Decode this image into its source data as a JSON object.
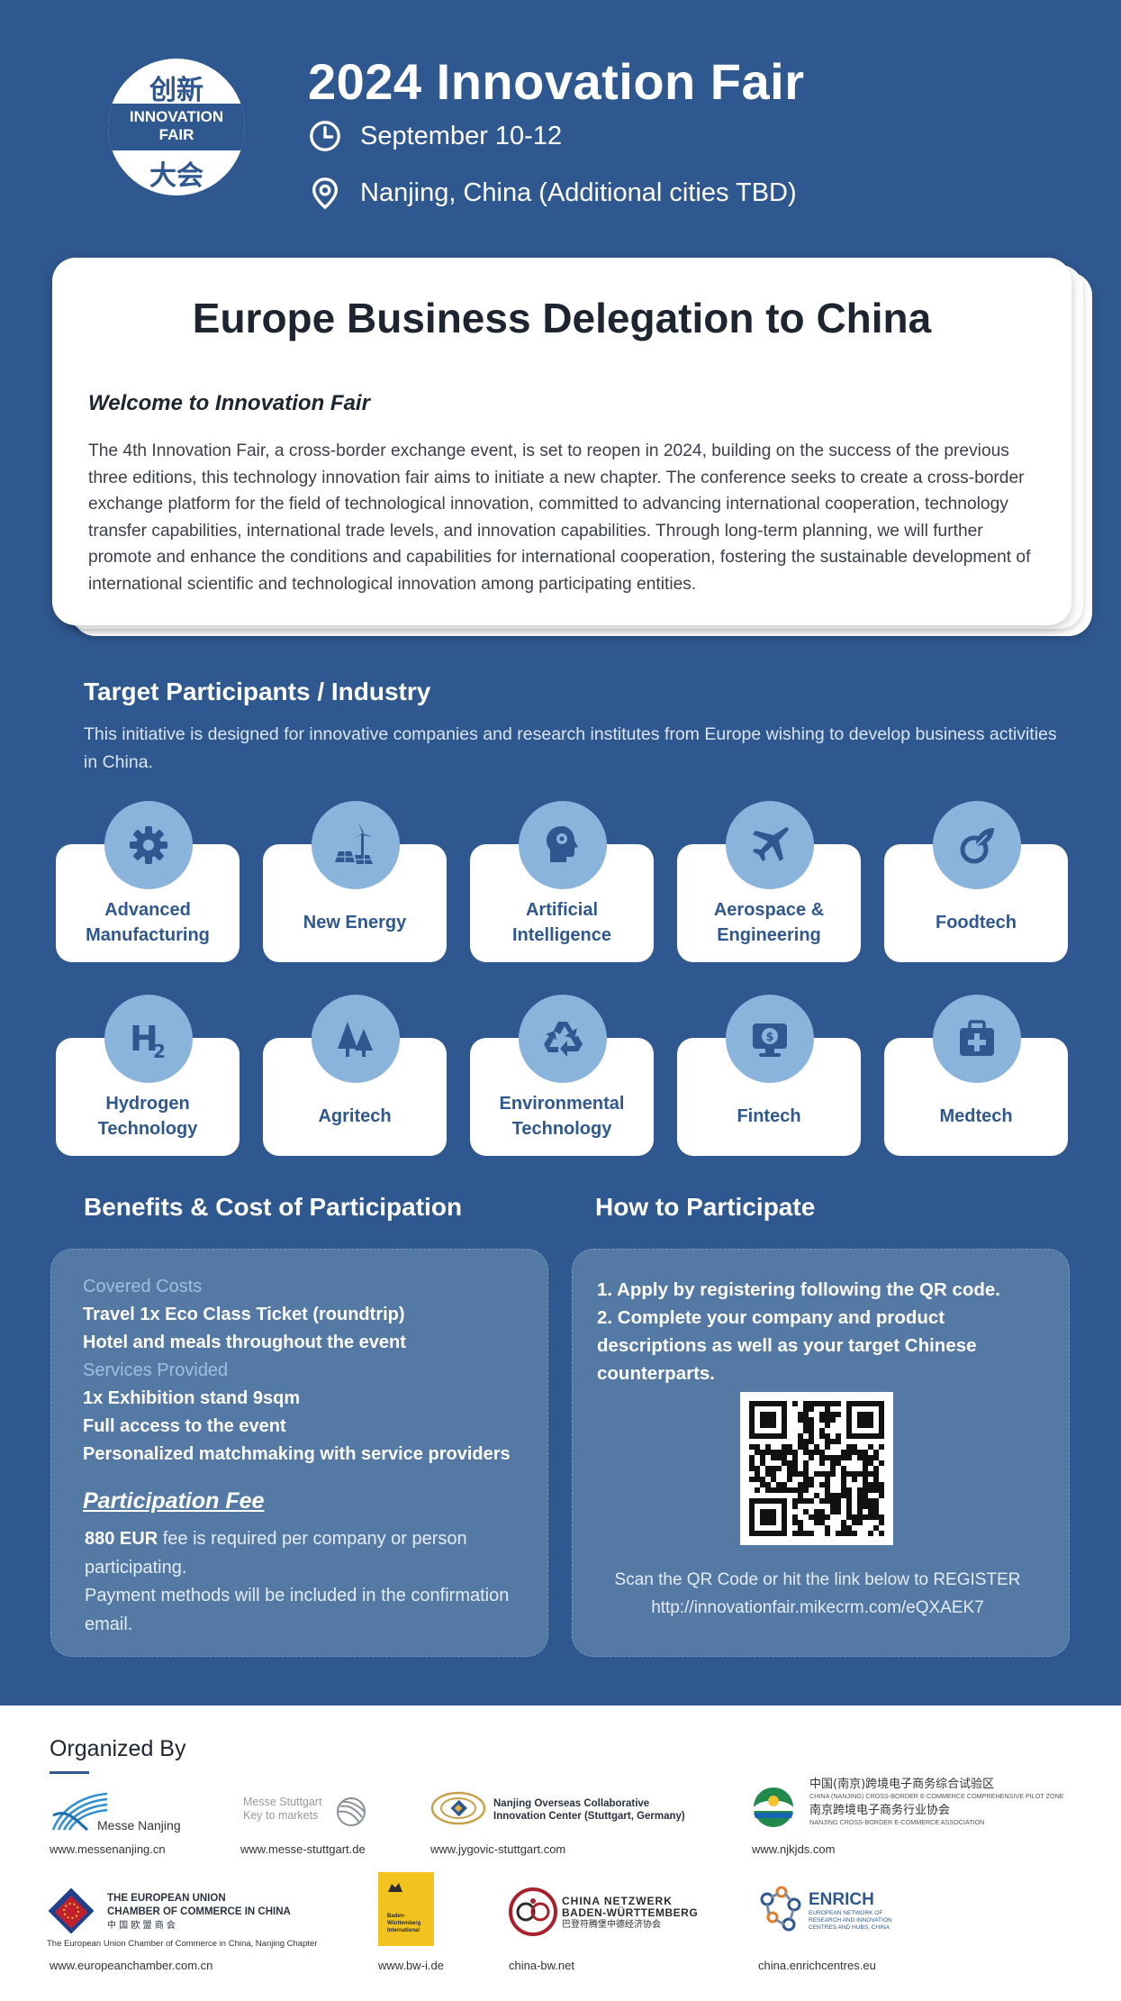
{
  "header": {
    "logo_cn_top": "创新",
    "logo_en_line1": "INNOVATION",
    "logo_en_line2": "FAIR",
    "logo_cn_bottom": "大会",
    "title": "2024 Innovation Fair",
    "date": "September 10-12",
    "location": "Nanjing, China (Additional cities TBD)"
  },
  "intro": {
    "title": "Europe Business Delegation to China",
    "welcome": "Welcome to Innovation Fair",
    "body": "The 4th Innovation Fair, a cross-border exchange event, is set to reopen in 2024, building on the success of the previous three editions, this technology innovation fair aims to initiate a new chapter. The conference seeks to create a cross-border exchange platform for the field of technological innovation, committed to advancing international cooperation, technology transfer capabilities, international trade levels, and innovation capabilities. Through long-term planning, we will further promote and enhance the conditions and capabilities for international cooperation, fostering the sustainable development of international scientific and technological innovation among participating entities."
  },
  "participants": {
    "heading": "Target Participants / Industry",
    "subtitle": "This initiative is designed for innovative companies and research institutes from Europe wishing to develop business activities in China.",
    "industries": [
      {
        "label": "Advanced Manufacturing",
        "icon": "gear-icon"
      },
      {
        "label": "New Energy",
        "icon": "wind-solar-icon"
      },
      {
        "label": "Artificial Intelligence",
        "icon": "ai-head-icon"
      },
      {
        "label": "Aerospace & Engineering",
        "icon": "airplane-icon"
      },
      {
        "label": "Foodtech",
        "icon": "leaf-icon"
      },
      {
        "label": "Hydrogen Technology",
        "icon": "h2-icon"
      },
      {
        "label": "Agritech",
        "icon": "trees-icon"
      },
      {
        "label": "Environmental Technology",
        "icon": "recycle-icon"
      },
      {
        "label": "Fintech",
        "icon": "fintech-screen-icon"
      },
      {
        "label": "Medtech",
        "icon": "medical-kit-icon"
      }
    ]
  },
  "benefits": {
    "heading": "Benefits & Cost of Participation",
    "covered_title": "Covered Costs",
    "covered_items": [
      "Travel 1x Eco Class Ticket (roundtrip)",
      "Hotel and meals throughout the event"
    ],
    "services_title": "Services Provided",
    "services_items": [
      "1x Exhibition stand 9sqm",
      "Full access to the event",
      "Personalized matchmaking with service providers"
    ],
    "fee_heading": "Participation Fee",
    "fee_amount": "880 EUR",
    "fee_text": " fee is required per company or person participating.",
    "payment_text": "Payment methods will be included in the confirmation email."
  },
  "howto": {
    "heading": "How to Participate",
    "step1": "1. Apply by registering following the QR code.",
    "step2": "2. Complete your company and product descriptions as well as your target Chinese counterparts.",
    "qr_caption": "Scan the QR Code or hit the link below to REGISTER",
    "link": "http://innovationfair.mikecrm.com/eQXAEK7"
  },
  "organizers": {
    "heading": "Organized By",
    "messe_nanjing": {
      "name": "Messe Nanjing",
      "url": "www.messenanjing.cn"
    },
    "messe_stuttgart": {
      "name_line1": "Messe Stuttgart",
      "name_line2": "Key to markets",
      "url": "www.messe-stuttgart.de"
    },
    "jygovic": {
      "name_line1": "Nanjing Overseas Collaborative",
      "name_line2": "Innovation Center (Stuttgart, Germany)",
      "url": "www.jygovic-stuttgart.com"
    },
    "njkjds": {
      "cn_line1": "中国(南京)跨境电子商务综合试验区",
      "en_line1": "CHINA (NANJING) CROSS-BORDER E-COMMERCE COMPREHENSIVE PILOT ZONE",
      "cn_line2": "南京跨境电子商务行业协会",
      "en_line2": "NANJING CROSS-BORDER E-COMMERCE ASSOCIATION",
      "url": "www.njkjds.com"
    },
    "eu_chamber": {
      "line1": "THE EUROPEAN UNION",
      "line2": "CHAMBER OF COMMERCE IN CHINA",
      "cn": "中 国 欧 盟 商 会",
      "sub": "The European Union Chamber of Commerce in China, Nanjing Chapter",
      "url": "www.europeanchamber.com.cn"
    },
    "bwi": {
      "line1": "Baden-",
      "line2": "Württemberg",
      "line3": "International",
      "url": "www.bw-i.de"
    },
    "china_bw": {
      "line1": "CHINA NETZWERK",
      "line2": "BADEN-WÜRTTEMBERG",
      "cn": "巴登符腾堡中德经济协会",
      "url": "china-bw.net"
    },
    "enrich": {
      "name": "ENRICH",
      "line1": "EUROPEAN NETWORK OF",
      "line2": "RESEARCH AND INNOVATION",
      "line3": "CENTRES AND HUBS, CHINA",
      "url": "china.enrichcentres.eu"
    }
  }
}
